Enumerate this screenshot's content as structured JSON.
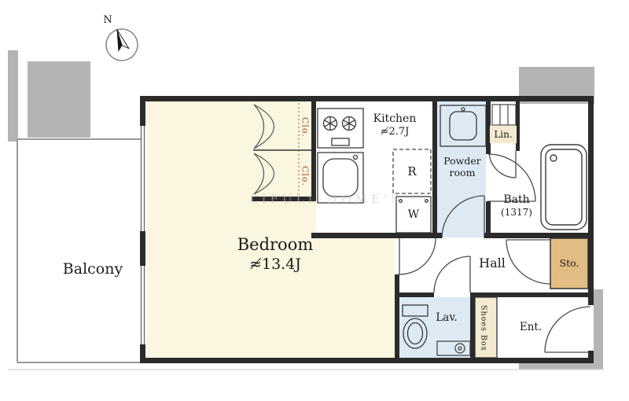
{
  "compass": {
    "north_label": "N"
  },
  "watermark": "LIFULL HOME'S",
  "rooms": {
    "balcony": {
      "label": "Balcony"
    },
    "bedroom": {
      "label": "Bedroom",
      "size": "≉13.4J"
    },
    "kitchen": {
      "label": "Kitchen",
      "size": "≉2.7J"
    },
    "closet_upper": {
      "label": "Clo."
    },
    "closet_lower": {
      "label": "Clo."
    },
    "powder_room": {
      "line1": "Powder",
      "line2": "room"
    },
    "linen": {
      "label": "Lin."
    },
    "bath": {
      "label": "Bath",
      "size": "(1317)"
    },
    "hall": {
      "label": "Hall"
    },
    "storage": {
      "label": "Sto."
    },
    "lavatory": {
      "label": "Lav."
    },
    "shoes_box": {
      "label": "Shoes Box"
    },
    "entrance": {
      "label": "Ent."
    }
  },
  "fixtures": {
    "refrigerator_label": "R",
    "washer_label": "W"
  },
  "colors": {
    "wall": "#2b2b2b",
    "structure_gray": "#b4b4b4",
    "bedroom_fill": "#FAF6E0",
    "water_fill": "#DDE9F3",
    "storage_fill": "#E2BC83",
    "linen_fill": "#F3EAD0",
    "closet_accent": "#A8542F"
  }
}
